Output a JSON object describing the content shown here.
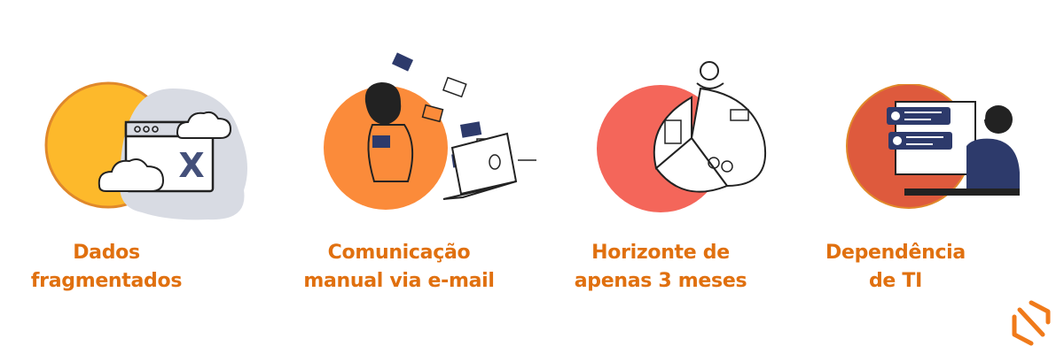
{
  "items": [
    {
      "line1": "Dados",
      "line2": "fragmentados",
      "icon": "spreadsheet-cloud-icon"
    },
    {
      "line1": "Comunicação",
      "line2": "manual via e-mail",
      "icon": "email-overload-icon"
    },
    {
      "line1": "Horizonte de",
      "line2": "apenas 3 meses",
      "icon": "planning-pie-icon"
    },
    {
      "line1": "Dependência",
      "line2": "de TI",
      "icon": "it-support-icon"
    }
  ],
  "colors": {
    "accent": "#e0700f",
    "yellow": "#fdb92b",
    "orange": "#fb8b3a",
    "coral": "#f4665a",
    "red": "#de5a3d",
    "navy": "#2d3a6b"
  },
  "brand": {
    "icon": "brand-logo-icon"
  }
}
